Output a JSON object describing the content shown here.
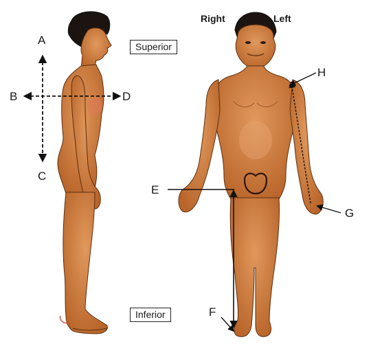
{
  "labels": {
    "a": "A",
    "b": "B",
    "c": "C",
    "d": "D",
    "e": "E",
    "f": "F",
    "g": "G",
    "h": "H"
  },
  "directions": {
    "superior": "Superior",
    "inferior": "Inferior"
  },
  "sides": {
    "right": "Right",
    "left": "Left"
  },
  "colors": {
    "skin": "#c8702c",
    "skin_shadow": "#a45420",
    "skin_light": "#e39a5e",
    "hair": "#1c1410",
    "arrow": "#111111"
  }
}
